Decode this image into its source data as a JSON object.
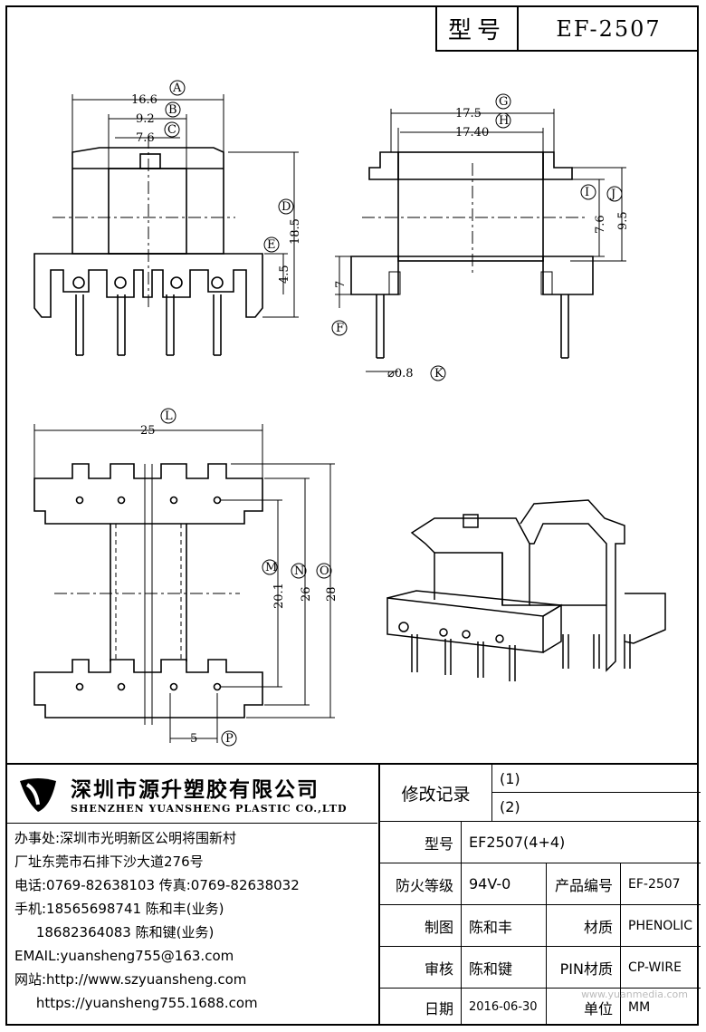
{
  "header": {
    "model_label": "型号",
    "model_value": "EF-2507"
  },
  "dimensions": {
    "A": {
      "letter": "A",
      "value": "16.6"
    },
    "B": {
      "letter": "B",
      "value": "9.2"
    },
    "C": {
      "letter": "C",
      "value": "7.6"
    },
    "D": {
      "letter": "D",
      "value": "18.5"
    },
    "E": {
      "letter": "E",
      "value": "4.5"
    },
    "G": {
      "letter": "G",
      "value": "17.5"
    },
    "H": {
      "letter": "H",
      "value": "17.40"
    },
    "I": {
      "letter": "I",
      "value": "7.6"
    },
    "J": {
      "letter": "J",
      "value": "9.5"
    },
    "F": {
      "letter": "F",
      "value": "7"
    },
    "K": {
      "letter": "K",
      "value": "⌀0.8"
    },
    "L": {
      "letter": "L",
      "value": "25"
    },
    "M": {
      "letter": "M",
      "value": "20.1"
    },
    "N": {
      "letter": "N",
      "value": "26"
    },
    "O": {
      "letter": "O",
      "value": "28"
    },
    "P": {
      "letter": "P",
      "value": "5"
    }
  },
  "company": {
    "name_cn": "深圳市源升塑胶有限公司",
    "name_en": "SHENZHEN YUANSHENG PLASTIC CO.,LTD",
    "lines": [
      "办事处:深圳市光明新区公明将围新村",
      "厂址东莞市石排下沙大道276号",
      "电话:0769-82638103 传真:0769-82638032",
      "手机:18565698741 陈和丰(业务)",
      "     18682364083 陈和键(业务)",
      "EMAIL:yuansheng755@163.com",
      "网站:http://www.szyuansheng.com",
      "     https://yuansheng755.1688.com"
    ]
  },
  "table": {
    "revision_label": "修改记录",
    "revisions": [
      "(1)",
      "(2)"
    ],
    "model_label": "型号",
    "model_value": "EF2507(4+4)",
    "fire_label": "防火等级",
    "fire_value": "94V-0",
    "product_no_label": "产品编号",
    "product_no_value": "EF-2507",
    "drawn_label": "制图",
    "drawn_value": "陈和丰",
    "material_label": "材质",
    "material_value": "PHENOLIC",
    "check_label": "审核",
    "check_value": "陈和键",
    "pin_label": "PIN材质",
    "pin_value": "CP-WIRE",
    "date_label": "日期",
    "date_value": "2016-06-30",
    "unit_label": "单位",
    "unit_value": "MM"
  },
  "watermark": "www.yuanmedia.com"
}
